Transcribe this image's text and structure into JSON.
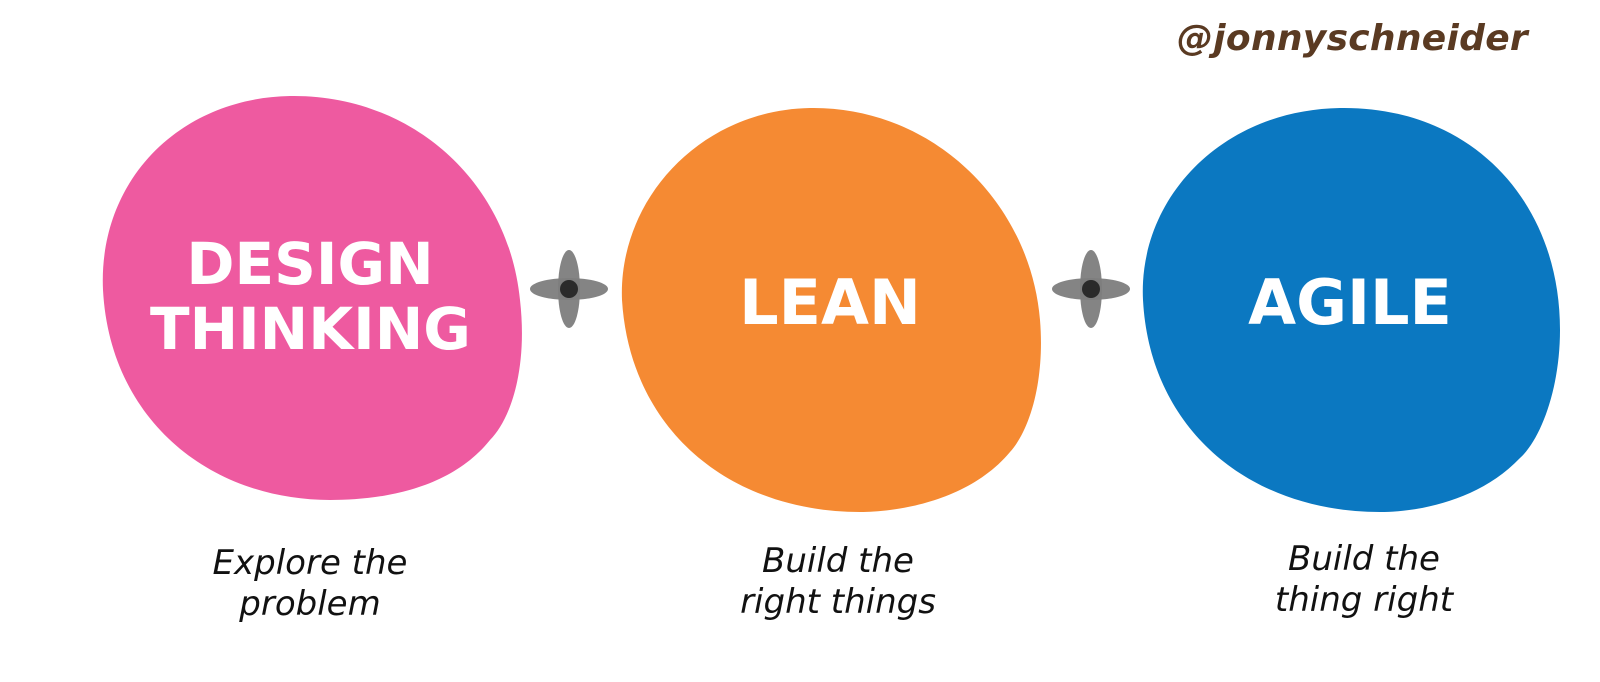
{
  "author_handle": "@jonnyschneider",
  "stages": [
    {
      "name_lines": [
        "DESIGN",
        "THINKING"
      ],
      "caption_lines": [
        "Explore the",
        "problem"
      ],
      "color": "#ee5aa0"
    },
    {
      "name_lines": [
        "LEAN"
      ],
      "caption_lines": [
        "Build the",
        "right things"
      ],
      "color": "#f58a33"
    },
    {
      "name_lines": [
        "AGILE"
      ],
      "caption_lines": [
        "Build the",
        "thing right"
      ],
      "color": "#0b78c1"
    }
  ],
  "connector": {
    "icon": "plus-icon",
    "color": "#7d7d7d",
    "center_color": "#2a2a2a"
  },
  "colors": {
    "handle": "#5a3a22",
    "label": "#ffffff",
    "caption": "#111111"
  }
}
